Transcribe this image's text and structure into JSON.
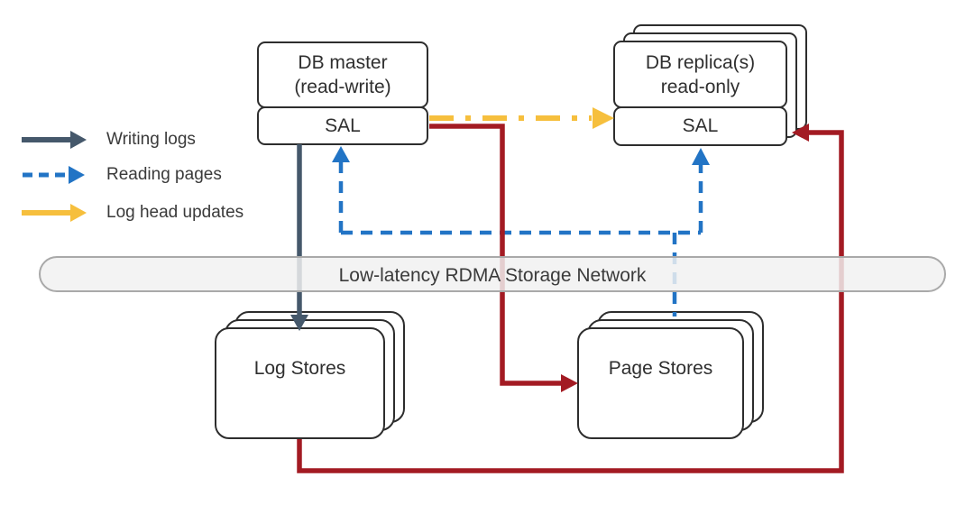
{
  "diagram": {
    "legend": {
      "items": [
        {
          "id": "writing-logs",
          "label": "Writing logs"
        },
        {
          "id": "reading-pages",
          "label": "Reading pages"
        },
        {
          "id": "log-head-updates",
          "label": "Log head updates"
        }
      ]
    },
    "nodes": {
      "db_master": {
        "title_line1": "DB master",
        "title_line2": "(read-write)",
        "sub": "SAL"
      },
      "db_replicas": {
        "title_line1": "DB replica(s)",
        "title_line2": "read-only",
        "sub": "SAL"
      },
      "network": {
        "label": "Low-latency RDMA Storage Network"
      },
      "log_stores": {
        "label": "Log Stores"
      },
      "page_stores": {
        "label": "Page Stores"
      }
    },
    "colors": {
      "writing_logs": "#45586b",
      "reading_pages": "#2274c5",
      "log_head_updates": "#f6bf3d",
      "red_flow": "#a31b23",
      "box_border": "#2d2d2d",
      "network_fill": "#f1f1f1",
      "network_border": "#a9a9a9"
    }
  }
}
